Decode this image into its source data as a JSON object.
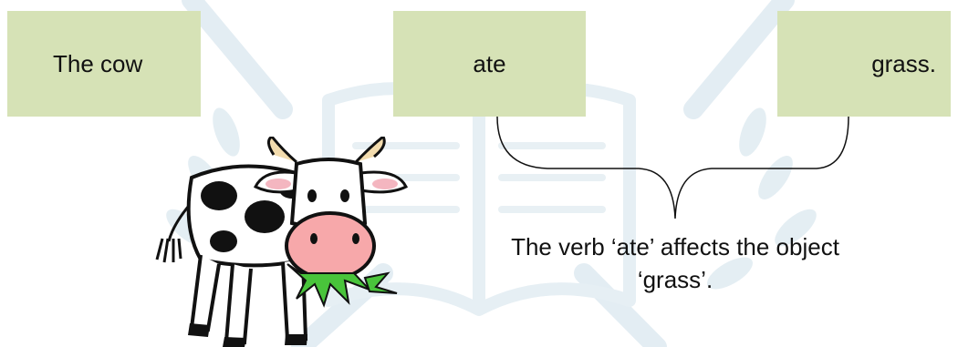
{
  "sentence": {
    "subject": "The cow",
    "verb": "ate",
    "object": "grass."
  },
  "caption": {
    "line1": "The verb ‘ate’ affects the object",
    "line2": "‘grass’."
  },
  "colors": {
    "box_fill": "#d6e2b6",
    "watermark": "#e3edf3",
    "text": "#111111"
  },
  "icons": [
    "open-book-watermark-icon",
    "laurel-icon",
    "cow-icon",
    "grass-tuft-icon"
  ]
}
